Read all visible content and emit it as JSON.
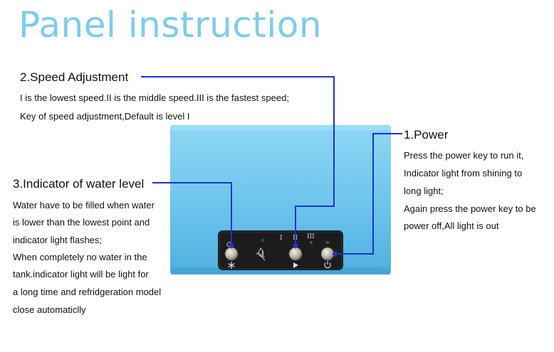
{
  "title": "Panel instruction",
  "speed": {
    "heading": "2.Speed Adjustment",
    "lines": [
      "I is the lowest speed.II is the middle speed.III is the fastest speed;",
      "Key of speed adjustment,Default is level I"
    ]
  },
  "power": {
    "heading": "1.Power",
    "lines": [
      "Press the power key to run it,",
      "Indicator light from shining to",
      "long light;",
      "Again press the power key to be",
      "power off,All light is out"
    ]
  },
  "water": {
    "heading": "3.Indicator of water level",
    "lines": [
      " Water have to be filled when water",
      "is lower than the lowest point and",
      "indicator light flashes;",
      "When completely no water in the",
      "tank.indicator light will be light for",
      "a long time and refridgeration model",
      "close automaticlly"
    ]
  },
  "panel": {
    "speed_marks": [
      "I",
      "II",
      "III"
    ]
  },
  "colors": {
    "title": "#7ccdea",
    "leader": "#1f33c8",
    "device_body": "#72c8ee",
    "panel": "#1c1c1c"
  }
}
